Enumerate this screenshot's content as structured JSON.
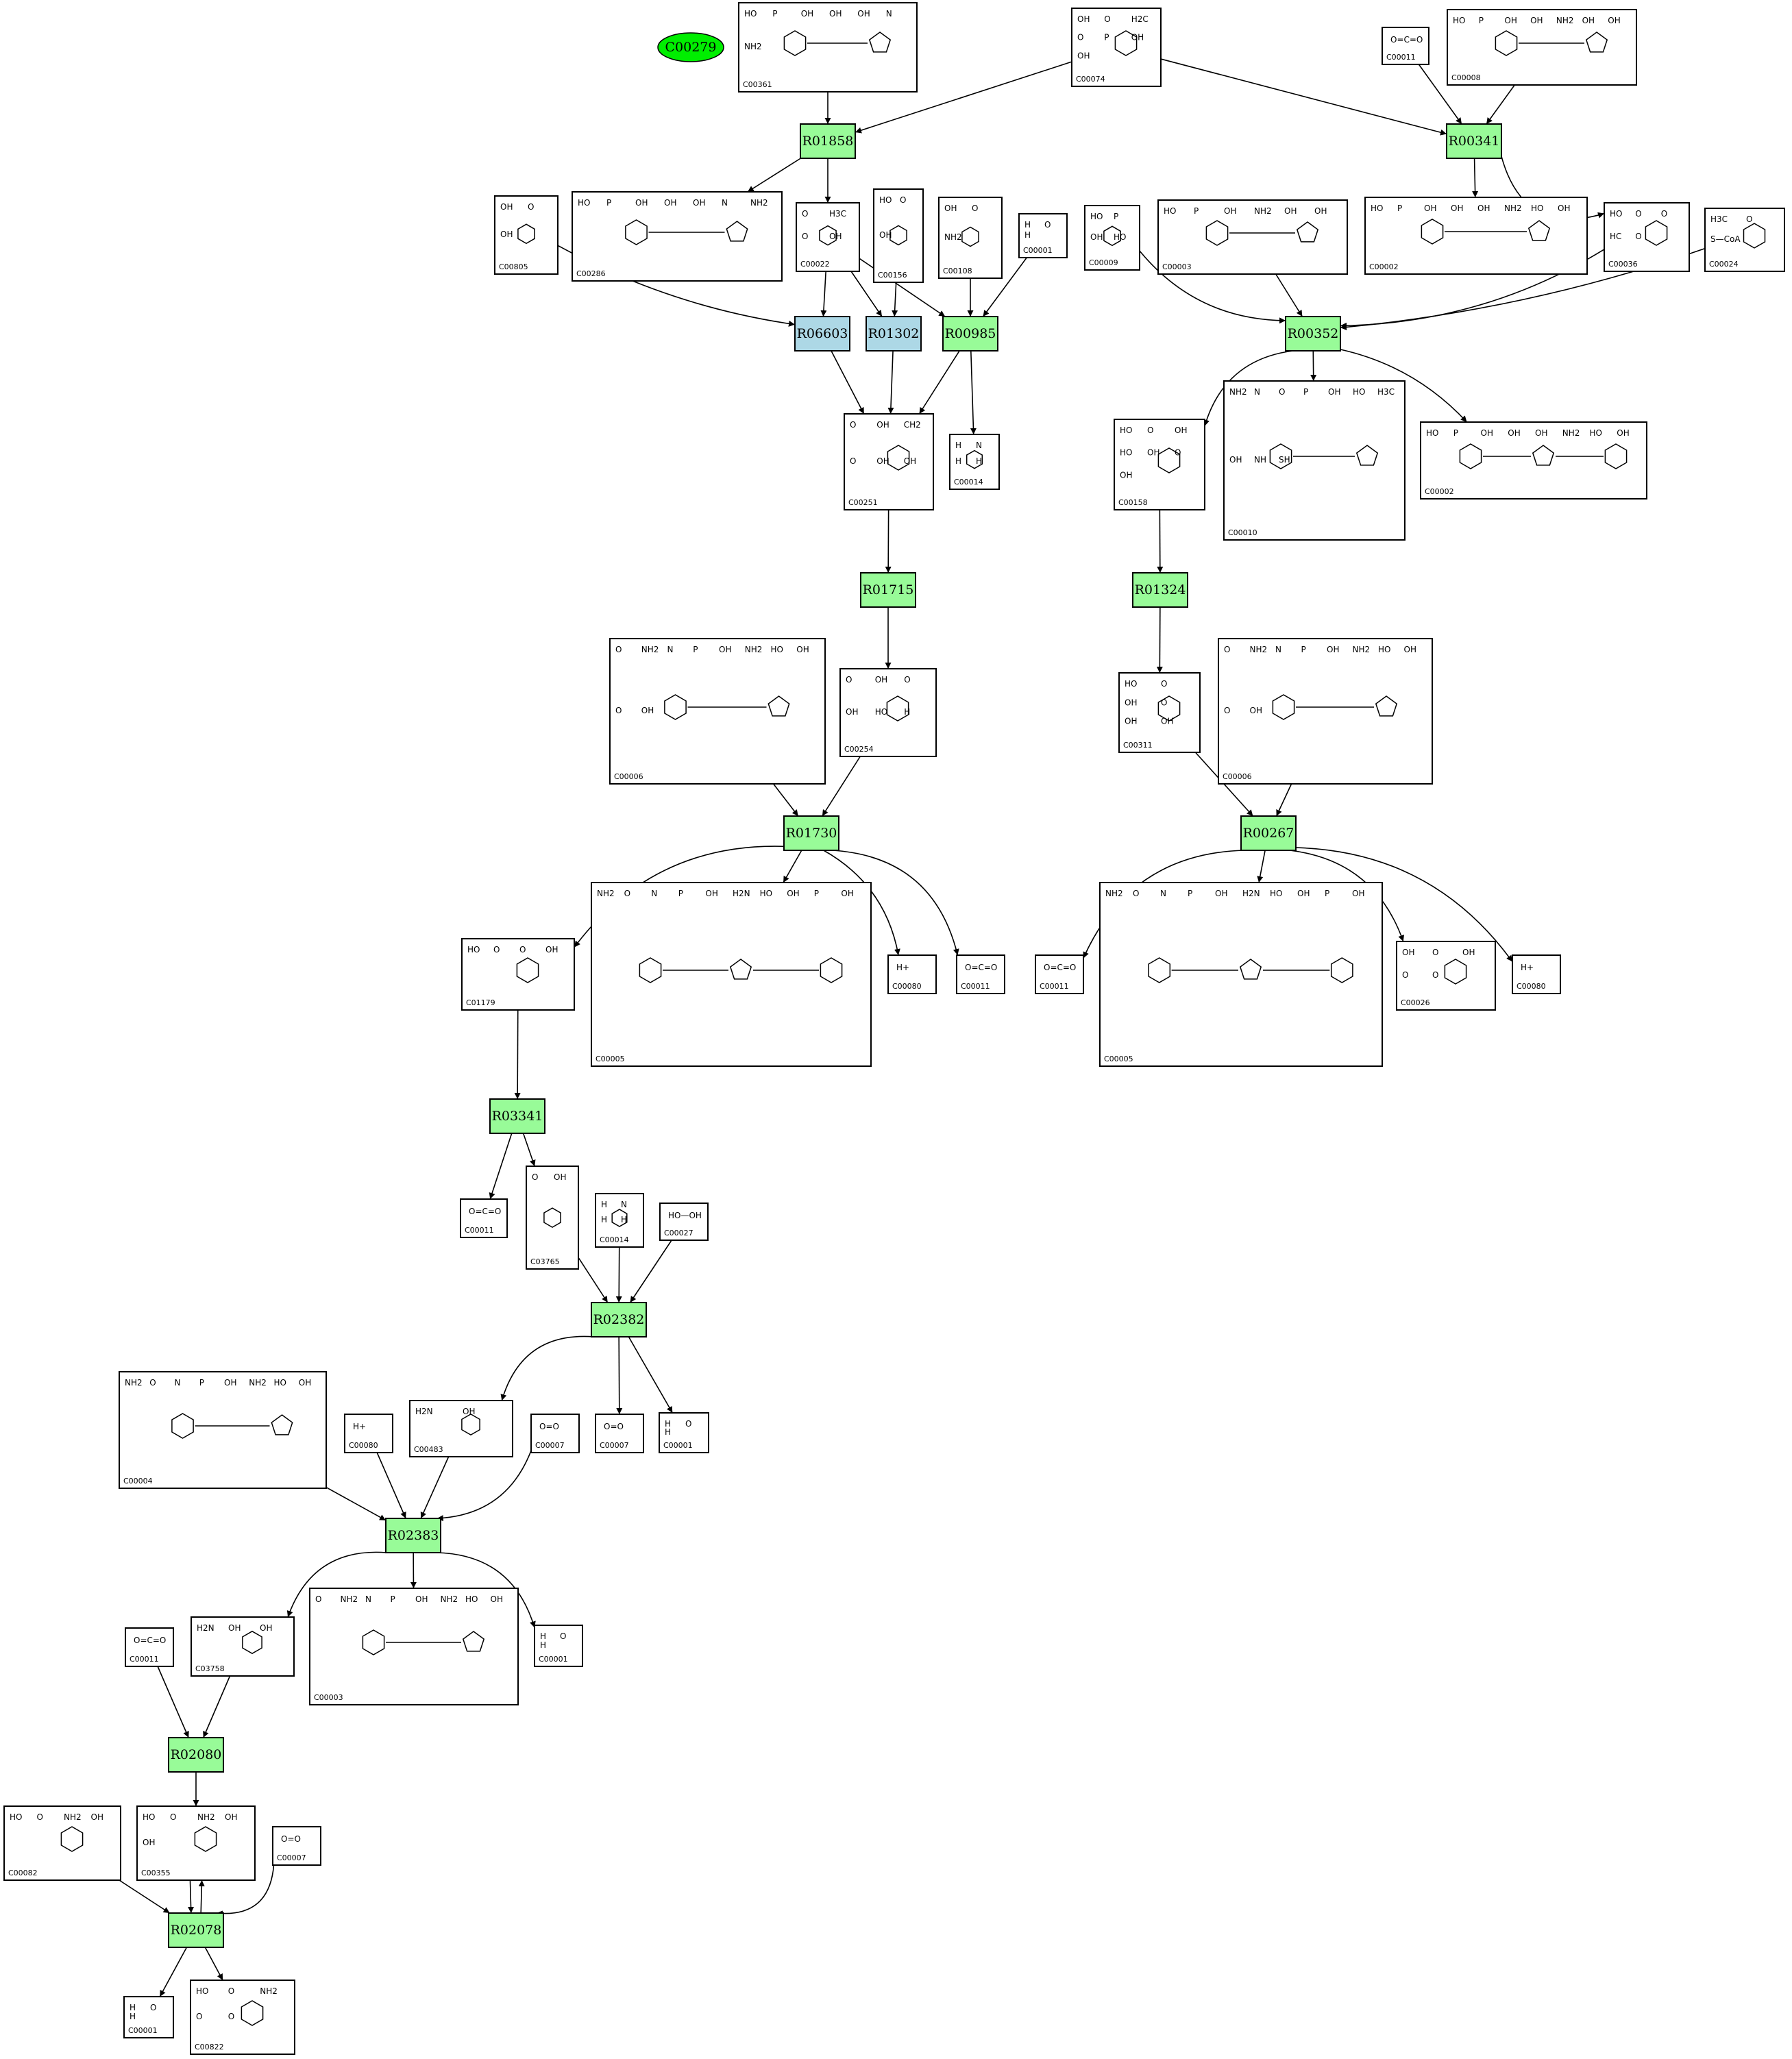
{
  "colors": {
    "reaction_default": "#98fb98",
    "reaction_blue": "#add8e6",
    "start_node": "#00ee00"
  },
  "start_node": {
    "label": "C00279"
  },
  "reactions": [
    {
      "id": "R01858",
      "label": "R01858",
      "color": "#98fb98"
    },
    {
      "id": "R00341",
      "label": "R00341",
      "color": "#98fb98"
    },
    {
      "id": "R06603",
      "label": "R06603",
      "color": "#add8e6"
    },
    {
      "id": "R01302",
      "label": "R01302",
      "color": "#add8e6"
    },
    {
      "id": "R00985",
      "label": "R00985",
      "color": "#98fb98"
    },
    {
      "id": "R00352",
      "label": "R00352",
      "color": "#98fb98"
    },
    {
      "id": "R01715",
      "label": "R01715",
      "color": "#98fb98"
    },
    {
      "id": "R01324",
      "label": "R01324",
      "color": "#98fb98"
    },
    {
      "id": "R01730",
      "label": "R01730",
      "color": "#98fb98"
    },
    {
      "id": "R00267",
      "label": "R00267",
      "color": "#98fb98"
    },
    {
      "id": "R03341",
      "label": "R03341",
      "color": "#98fb98"
    },
    {
      "id": "R02382",
      "label": "R02382",
      "color": "#98fb98"
    },
    {
      "id": "R02383",
      "label": "R02383",
      "color": "#98fb98"
    },
    {
      "id": "R02080",
      "label": "R02080",
      "color": "#98fb98"
    },
    {
      "id": "R02078",
      "label": "R02078",
      "color": "#98fb98"
    }
  ],
  "compounds": [
    {
      "id": "c00361",
      "label": "C00361",
      "atoms": [
        "HO",
        "P",
        "OH",
        "OH",
        "OH",
        "N",
        "NH2"
      ]
    },
    {
      "id": "c00074",
      "label": "C00074",
      "atoms": [
        "OH",
        "O",
        "H2C",
        "O",
        "P",
        "OH",
        "OH"
      ]
    },
    {
      "id": "c00011a",
      "label": "C00011",
      "atoms": [
        "O=C=O"
      ]
    },
    {
      "id": "c00008",
      "label": "C00008",
      "atoms": [
        "HO",
        "P",
        "OH",
        "OH",
        "NH2",
        "OH",
        "OH"
      ]
    },
    {
      "id": "c00805",
      "label": "C00805",
      "atoms": [
        "OH",
        "O",
        "OH"
      ]
    },
    {
      "id": "c00286",
      "label": "C00286",
      "atoms": [
        "HO",
        "P",
        "OH",
        "OH",
        "OH",
        "N",
        "NH2"
      ]
    },
    {
      "id": "c00022",
      "label": "C00022",
      "atoms": [
        "O",
        "H3C",
        "O",
        "OH"
      ]
    },
    {
      "id": "c00156",
      "label": "C00156",
      "atoms": [
        "HO",
        "O",
        "OH"
      ]
    },
    {
      "id": "c00108",
      "label": "C00108",
      "atoms": [
        "OH",
        "O",
        "NH2"
      ]
    },
    {
      "id": "c00001a",
      "label": "C00001",
      "atoms": [
        "H",
        "O",
        "H"
      ]
    },
    {
      "id": "c00009",
      "label": "C00009",
      "atoms": [
        "HO",
        "P",
        "OH",
        "HO"
      ]
    },
    {
      "id": "c00003a",
      "label": "C00003",
      "atoms": [
        "HO",
        "P",
        "OH",
        "NH2",
        "OH",
        "OH"
      ]
    },
    {
      "id": "c00002a",
      "label": "C00002",
      "atoms": [
        "HO",
        "P",
        "OH",
        "OH",
        "OH",
        "NH2",
        "HO",
        "OH"
      ]
    },
    {
      "id": "c00036",
      "label": "C00036",
      "atoms": [
        "HO",
        "O",
        "O",
        "HC",
        "O"
      ]
    },
    {
      "id": "c00024",
      "label": "C00024",
      "atoms": [
        "H3C",
        "O",
        "S—CoA"
      ]
    },
    {
      "id": "c00251",
      "label": "C00251",
      "atoms": [
        "O",
        "OH",
        "CH2",
        "O",
        "OH",
        "OH"
      ]
    },
    {
      "id": "c00014a",
      "label": "C00014",
      "atoms": [
        "H",
        "N",
        "H",
        "H"
      ]
    },
    {
      "id": "c00158",
      "label": "C00158",
      "atoms": [
        "HO",
        "O",
        "OH",
        "HO",
        "OH",
        "O",
        "OH"
      ]
    },
    {
      "id": "c00010",
      "label": "C00010",
      "atoms": [
        "NH2",
        "N",
        "O",
        "P",
        "OH",
        "HO",
        "H3C",
        "OH",
        "NH",
        "SH"
      ]
    },
    {
      "id": "c00002b",
      "label": "C00002",
      "atoms": [
        "HO",
        "P",
        "OH",
        "OH",
        "OH",
        "NH2",
        "HO",
        "OH"
      ]
    },
    {
      "id": "c00006a",
      "label": "C00006",
      "atoms": [
        "O",
        "NH2",
        "N",
        "P",
        "OH",
        "NH2",
        "HO",
        "OH",
        "O",
        "OH"
      ]
    },
    {
      "id": "c00254",
      "label": "C00254",
      "atoms": [
        "O",
        "OH",
        "O",
        "OH",
        "HO",
        "H"
      ]
    },
    {
      "id": "c00311",
      "label": "C00311",
      "atoms": [
        "HO",
        "O",
        "OH",
        "O",
        "OH",
        "OH"
      ]
    },
    {
      "id": "c00006b",
      "label": "C00006",
      "atoms": [
        "O",
        "NH2",
        "N",
        "P",
        "OH",
        "NH2",
        "HO",
        "OH",
        "O",
        "OH"
      ]
    },
    {
      "id": "c01179",
      "label": "C01179",
      "atoms": [
        "HO",
        "O",
        "O",
        "OH"
      ]
    },
    {
      "id": "c00005a",
      "label": "C00005",
      "atoms": [
        "NH2",
        "O",
        "N",
        "P",
        "OH",
        "H2N",
        "HO",
        "OH",
        "P",
        "OH"
      ]
    },
    {
      "id": "c00080a",
      "label": "C00080",
      "atoms": [
        "H+"
      ]
    },
    {
      "id": "c00011b",
      "label": "C00011",
      "atoms": [
        "O=C=O"
      ]
    },
    {
      "id": "c00011c",
      "label": "C00011",
      "atoms": [
        "O=C=O"
      ]
    },
    {
      "id": "c00005b",
      "label": "C00005",
      "atoms": [
        "NH2",
        "O",
        "N",
        "P",
        "OH",
        "H2N",
        "HO",
        "OH",
        "P",
        "OH"
      ]
    },
    {
      "id": "c00026",
      "label": "C00026",
      "atoms": [
        "OH",
        "O",
        "OH",
        "O",
        "O"
      ]
    },
    {
      "id": "c00080b",
      "label": "C00080",
      "atoms": [
        "H+"
      ]
    },
    {
      "id": "c00011d",
      "label": "C00011",
      "atoms": [
        "O=C=O"
      ]
    },
    {
      "id": "c03765",
      "label": "C03765",
      "atoms": [
        "O",
        "OH"
      ]
    },
    {
      "id": "c00014b",
      "label": "C00014",
      "atoms": [
        "H",
        "N",
        "H",
        "H"
      ]
    },
    {
      "id": "c00027",
      "label": "C00027",
      "atoms": [
        "HO—OH"
      ]
    },
    {
      "id": "c00004",
      "label": "C00004",
      "atoms": [
        "NH2",
        "O",
        "N",
        "P",
        "OH",
        "NH2",
        "HO",
        "OH"
      ]
    },
    {
      "id": "c00080c",
      "label": "C00080",
      "atoms": [
        "H+"
      ]
    },
    {
      "id": "c00483",
      "label": "C00483",
      "atoms": [
        "H2N",
        "OH"
      ]
    },
    {
      "id": "c00007a",
      "label": "C00007",
      "atoms": [
        "O=O"
      ]
    },
    {
      "id": "c00007b",
      "label": "C00007",
      "atoms": [
        "O=O"
      ]
    },
    {
      "id": "c00001b",
      "label": "C00001",
      "atoms": [
        "H",
        "O",
        "H"
      ]
    },
    {
      "id": "c00011e",
      "label": "C00011",
      "atoms": [
        "O=C=O"
      ]
    },
    {
      "id": "c03758",
      "label": "C03758",
      "atoms": [
        "H2N",
        "OH",
        "OH"
      ]
    },
    {
      "id": "c00003b",
      "label": "C00003",
      "atoms": [
        "O",
        "NH2",
        "N",
        "P",
        "OH",
        "NH2",
        "HO",
        "OH"
      ]
    },
    {
      "id": "c00001c",
      "label": "C00001",
      "atoms": [
        "H",
        "O",
        "H"
      ]
    },
    {
      "id": "c00082",
      "label": "C00082",
      "atoms": [
        "HO",
        "O",
        "NH2",
        "OH"
      ]
    },
    {
      "id": "c00355",
      "label": "C00355",
      "atoms": [
        "HO",
        "O",
        "NH2",
        "OH",
        "OH"
      ]
    },
    {
      "id": "c00007c",
      "label": "C00007",
      "atoms": [
        "O=O"
      ]
    },
    {
      "id": "c00001d",
      "label": "C00001",
      "atoms": [
        "H",
        "O",
        "H"
      ]
    },
    {
      "id": "c00822",
      "label": "C00822",
      "atoms": [
        "HO",
        "O",
        "NH2",
        "O",
        "O"
      ]
    }
  ]
}
